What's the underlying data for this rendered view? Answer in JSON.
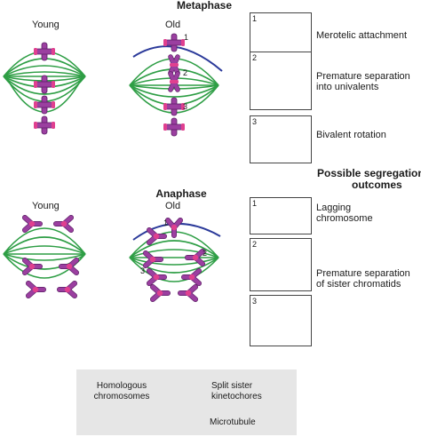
{
  "headings": {
    "metaphase": "Metaphase",
    "anaphase": "Anaphase",
    "young_1": "Young",
    "old_1": "Old",
    "young_2": "Young",
    "old_2": "Old"
  },
  "metaphase_panels": [
    {
      "num": "1",
      "label": "Merotelic attachment"
    },
    {
      "num": "2",
      "label_line1": "Premature separation",
      "label_line2": "into univalents"
    },
    {
      "num": "3",
      "label": "Bivalent rotation"
    }
  ],
  "outcomes_title_line1": "Possible segregation",
  "outcomes_title_line2": "outcomes",
  "anaphase_panels": [
    {
      "num": "1",
      "label_line1": "Lagging",
      "label_line2": "chromosome"
    },
    {
      "num": "2",
      "label_line1": "Premature separation",
      "label_line2": "of sister chromatids"
    },
    {
      "num": "3"
    }
  ],
  "spindle_numbers": {
    "meta_1": "1",
    "meta_2": "2",
    "meta_3": "3",
    "ana_1": "1",
    "ana_2": "2",
    "ana_3": "3"
  },
  "legend": {
    "left_line1": "Homologous",
    "left_line2": "chromosomes",
    "right_line1": "Split sister",
    "right_line2": "kinetochores",
    "microtubule": "Microtubule"
  },
  "colors": {
    "microtubule": "#2e9e45",
    "chromosome": "#9b3fa0",
    "kinetochore": "#e0408f",
    "merotelic": "#2b3a9a",
    "legend_bg": "#e6e6e6"
  }
}
